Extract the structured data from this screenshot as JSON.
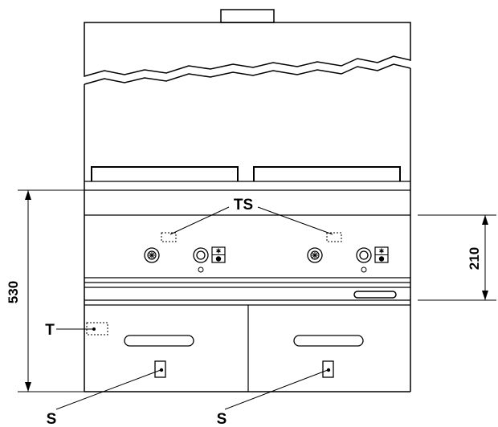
{
  "labels": {
    "ts": "TS",
    "t": "T",
    "s_left": "S",
    "s_right": "S"
  },
  "dimensions": {
    "overall_height": "530",
    "panel_height": "210"
  },
  "colors": {
    "line": "#000000",
    "background": "#ffffff"
  },
  "icons": {
    "knob": "knob-icon",
    "indicator_light": "indicator-light-icon",
    "switch": "switch-icon"
  }
}
